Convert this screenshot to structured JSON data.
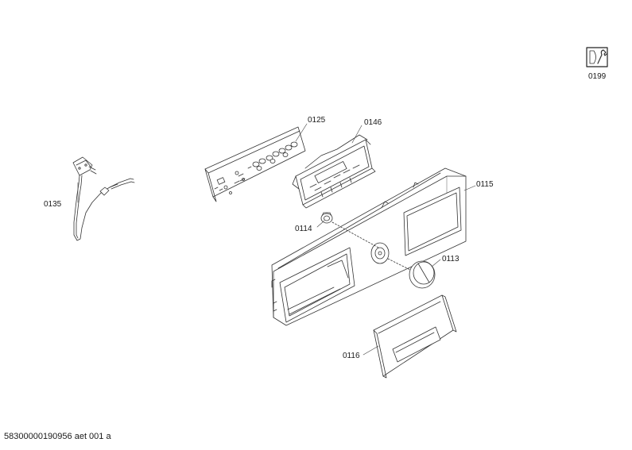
{
  "diagram": {
    "parts": [
      {
        "id": "p0199",
        "label": "0199",
        "name": "service-icon"
      },
      {
        "id": "p0125",
        "label": "0125",
        "name": "control-module-board"
      },
      {
        "id": "p0146",
        "label": "0146",
        "name": "display-module-board"
      },
      {
        "id": "p0115",
        "label": "0115",
        "name": "control-panel-fascia"
      },
      {
        "id": "p0135",
        "label": "0135",
        "name": "mains-power-cable"
      },
      {
        "id": "p0114",
        "label": "0114",
        "name": "indicator-cap"
      },
      {
        "id": "p0113",
        "label": "0113",
        "name": "programme-selector-knob"
      },
      {
        "id": "p0116",
        "label": "0116",
        "name": "detergent-drawer-handle"
      }
    ],
    "footer": "58300000190956 aet 001 a"
  }
}
